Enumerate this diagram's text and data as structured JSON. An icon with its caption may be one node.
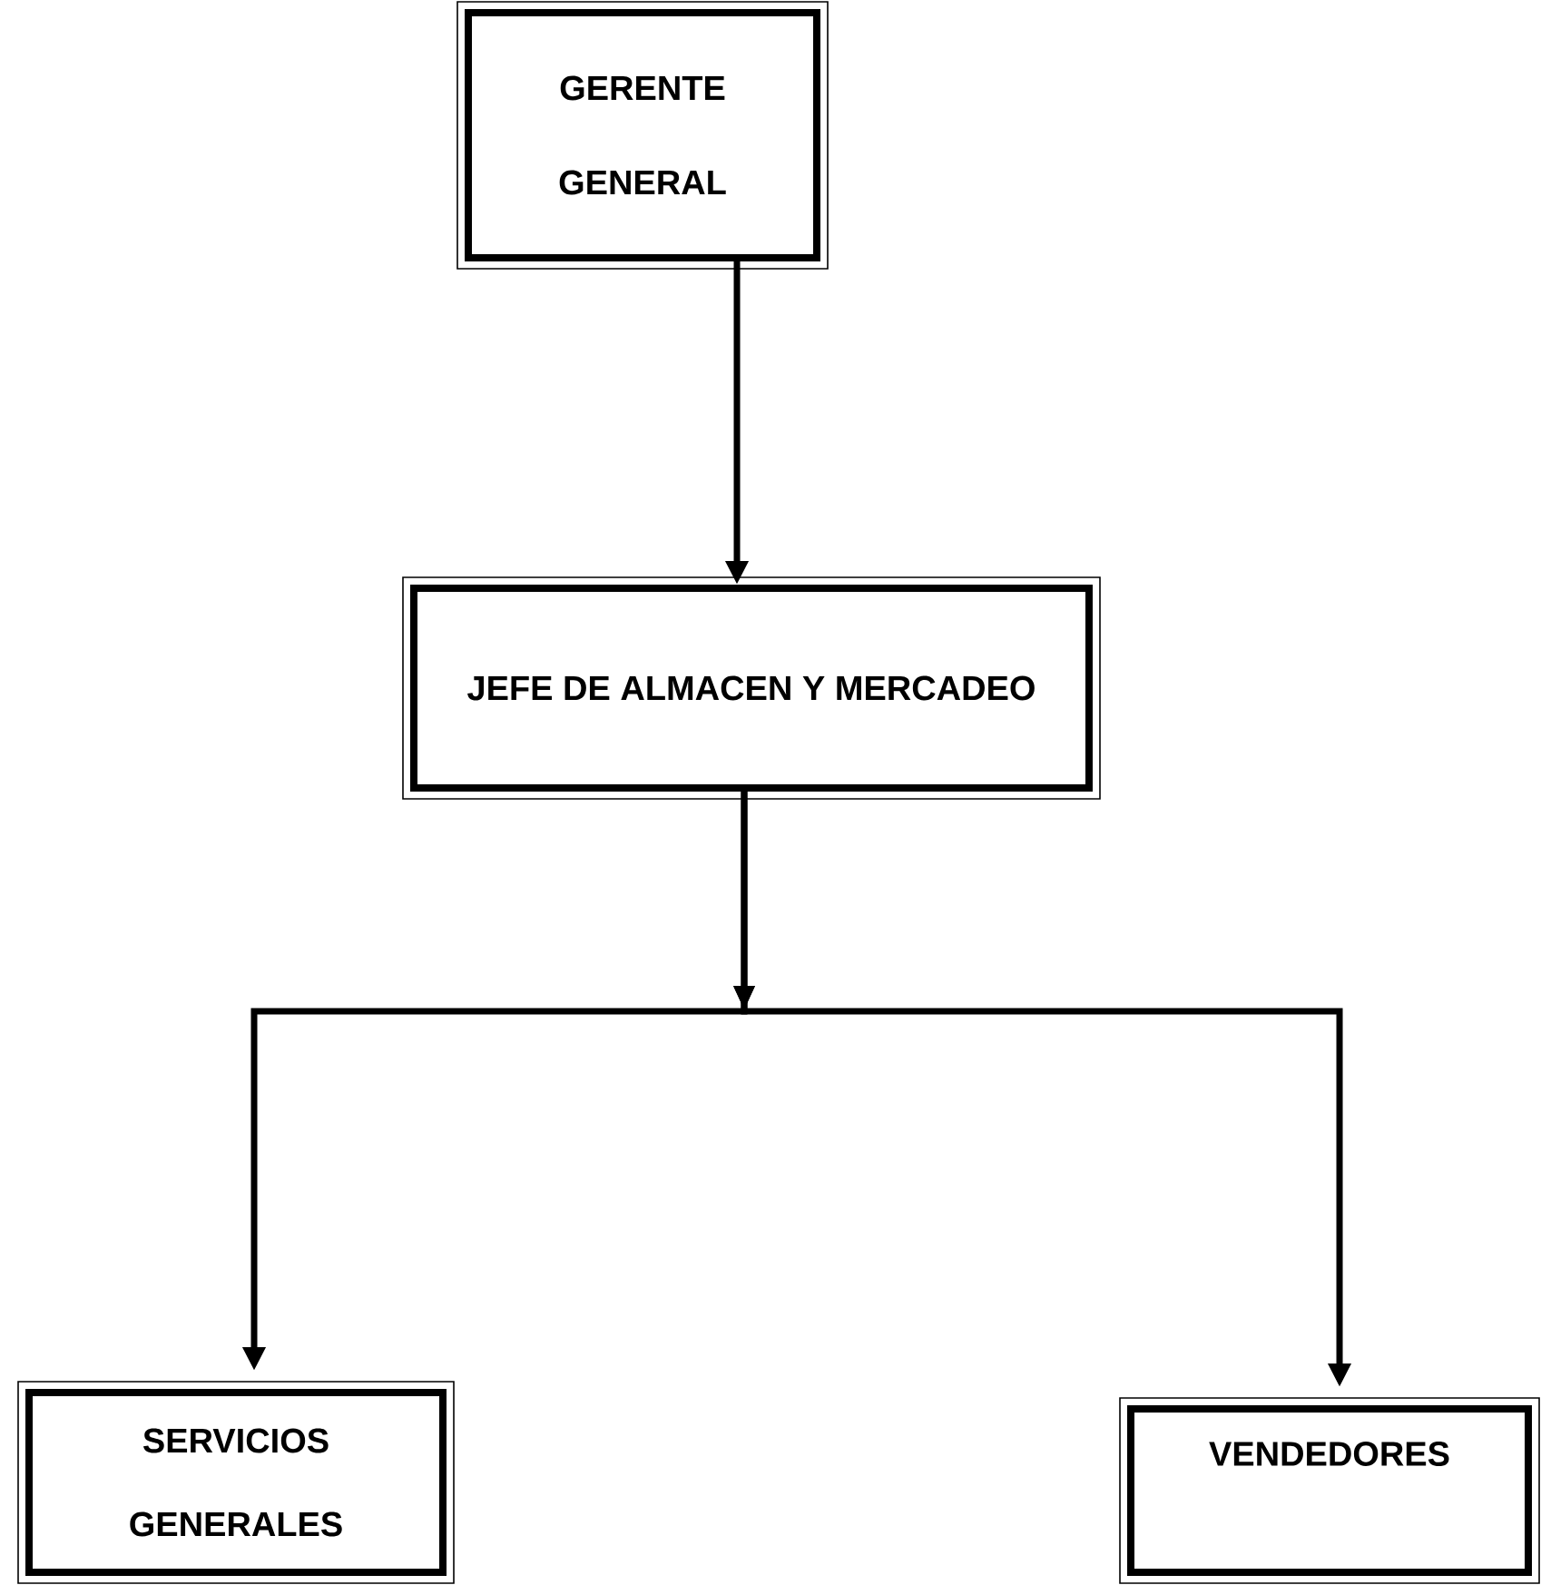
{
  "diagram": {
    "nodes": [
      {
        "text": [
          "GERENTE GENERAL"
        ]
      },
      {
        "text": [
          "JEFE DE ALMACEN Y MERCADEO"
        ]
      },
      {
        "text": [
          "SERVICIOS GENERALES"
        ]
      },
      {
        "text": [
          "VENDEDORES"
        ]
      }
    ],
    "edges": [
      {
        "from": 0,
        "to": 1,
        "arrow": "to"
      },
      {
        "from": 1,
        "to": 2,
        "arrow": "to"
      },
      {
        "from": 1,
        "to": 3,
        "arrow": "to"
      }
    ]
  }
}
